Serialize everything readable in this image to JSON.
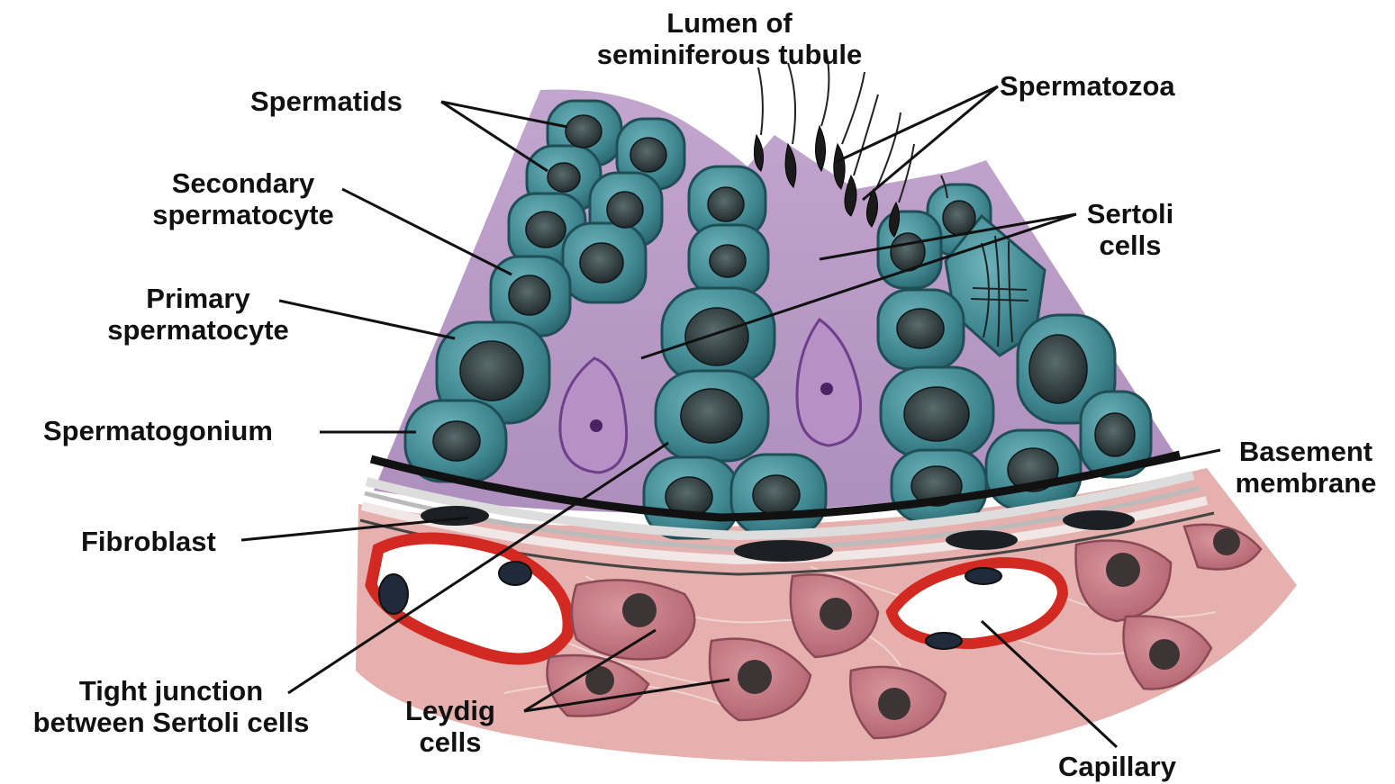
{
  "labels": {
    "lumen": {
      "line1": "Lumen of",
      "line2": "seminiferous tubule"
    },
    "spermatids": "Spermatids",
    "spermatozoa": "Spermatozoa",
    "secondary": {
      "line1": "Secondary",
      "line2": "spermatocyte"
    },
    "sertoli": {
      "line1": "Sertoli",
      "line2": "cells"
    },
    "primary": {
      "line1": "Primary",
      "line2": "spermatocyte"
    },
    "spermatogonium": "Spermatogonium",
    "basement": {
      "line1": "Basement",
      "line2": "membrane"
    },
    "fibroblast": "Fibroblast",
    "tight_junction": {
      "line1": "Tight junction",
      "line2": "between Sertoli cells"
    },
    "leydig": {
      "line1": "Leydig",
      "line2": "cells"
    },
    "capillary": "Capillary"
  },
  "colors": {
    "epithelium": "#b89ac4",
    "germ_cell": "#4a8f98",
    "nucleus": "#1f2a2e",
    "sertoli_nucleus": "#9a6db0",
    "membrane": "#222222",
    "connective": "#e3aaa8",
    "leydig": "#c57c86",
    "vessel": "#d42a22"
  }
}
